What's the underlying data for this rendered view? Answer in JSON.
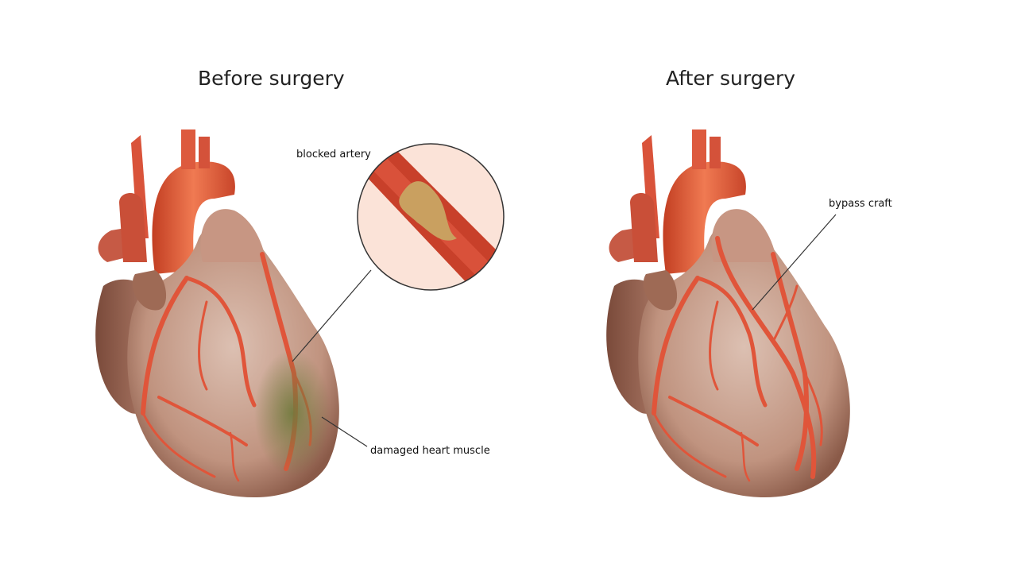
{
  "panels": {
    "before": {
      "title": "Before surgery",
      "label_blocked": "blocked artery",
      "label_damaged": "damaged heart muscle"
    },
    "after": {
      "title": "After surgery",
      "label_bypass": "bypass craft"
    }
  },
  "colors": {
    "artery": "#e0553a",
    "muscle": "#c99a8a",
    "damage": "#7d8a4a",
    "plaque": "#c9a060",
    "background": "#ffffff"
  }
}
